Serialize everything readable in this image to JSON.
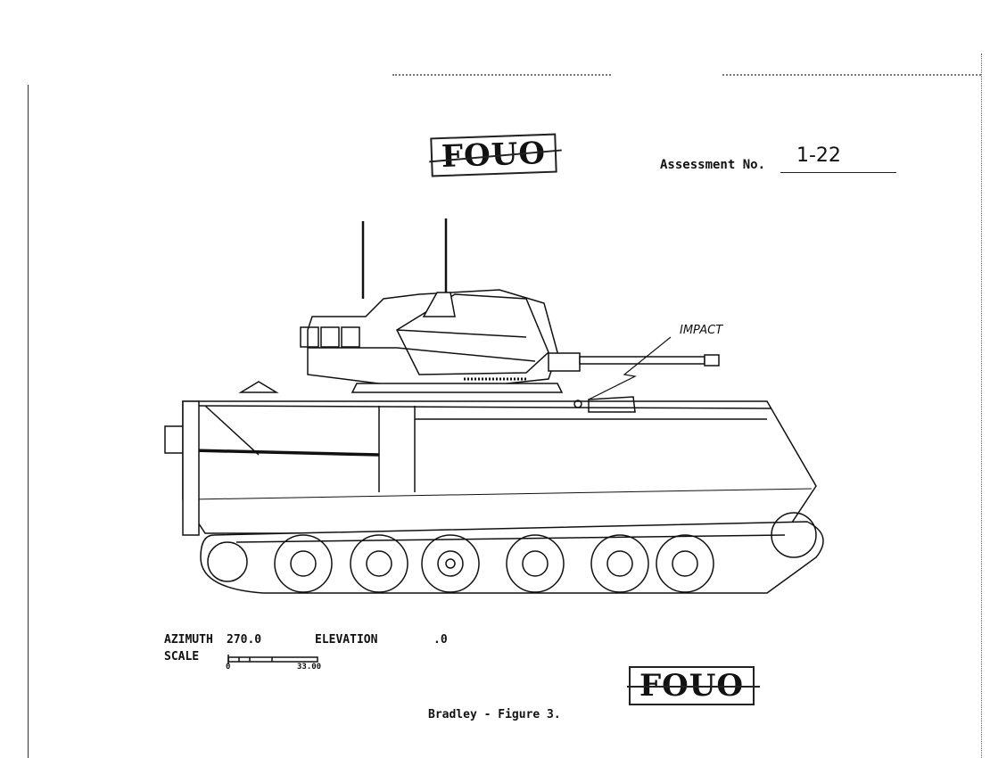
{
  "stamps": {
    "top": "FOUO",
    "bottom": "FOUO"
  },
  "assessment": {
    "label": "Assessment No.",
    "value": "1-22"
  },
  "annotation": {
    "impact": "IMPACT"
  },
  "view": {
    "azimuth_label": "AZIMUTH",
    "azimuth_value": "270.0",
    "elevation_label": "ELEVATION",
    "elevation_value": ".0",
    "scale_label": "SCALE",
    "scale_min": "0",
    "scale_max": "33.00"
  },
  "caption": "Bradley - Figure 3."
}
